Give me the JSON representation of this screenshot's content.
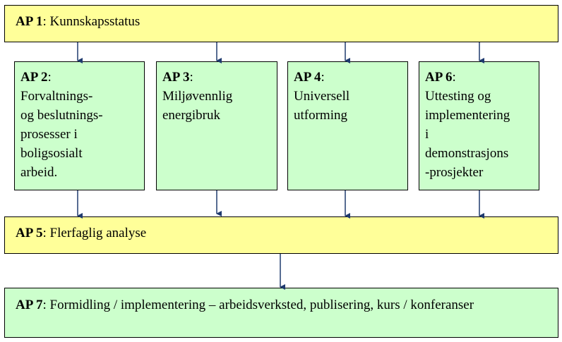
{
  "boxes": {
    "ap1": {
      "id": "AP 1",
      "text": ": Kunnskapsstatus"
    },
    "ap2": {
      "id": "AP 2",
      "text": ":\nForvaltnings-\nog beslutnings-\nprosesser i\nboligsosialt\narbeid."
    },
    "ap3": {
      "id": "AP 3",
      "text": ":\nMiljøvennlig\nenergibruk"
    },
    "ap4": {
      "id": "AP 4",
      "text": ":\nUniversell\nutforming"
    },
    "ap6": {
      "id": "AP 6",
      "text": ":\nUttesting og\nimplementering\ni\ndemonstrasjons\n-prosjekter"
    },
    "ap5": {
      "id": "AP 5",
      "text": ": Flerfaglig analyse"
    },
    "ap7": {
      "id": "AP 7",
      "text": ": Formidling / implementering – arbeidsverksted, publisering, kurs / konferanser"
    }
  },
  "colors": {
    "yellow": "#ffff99",
    "green": "#ccffcc",
    "arrow": "#1f3a6e"
  }
}
